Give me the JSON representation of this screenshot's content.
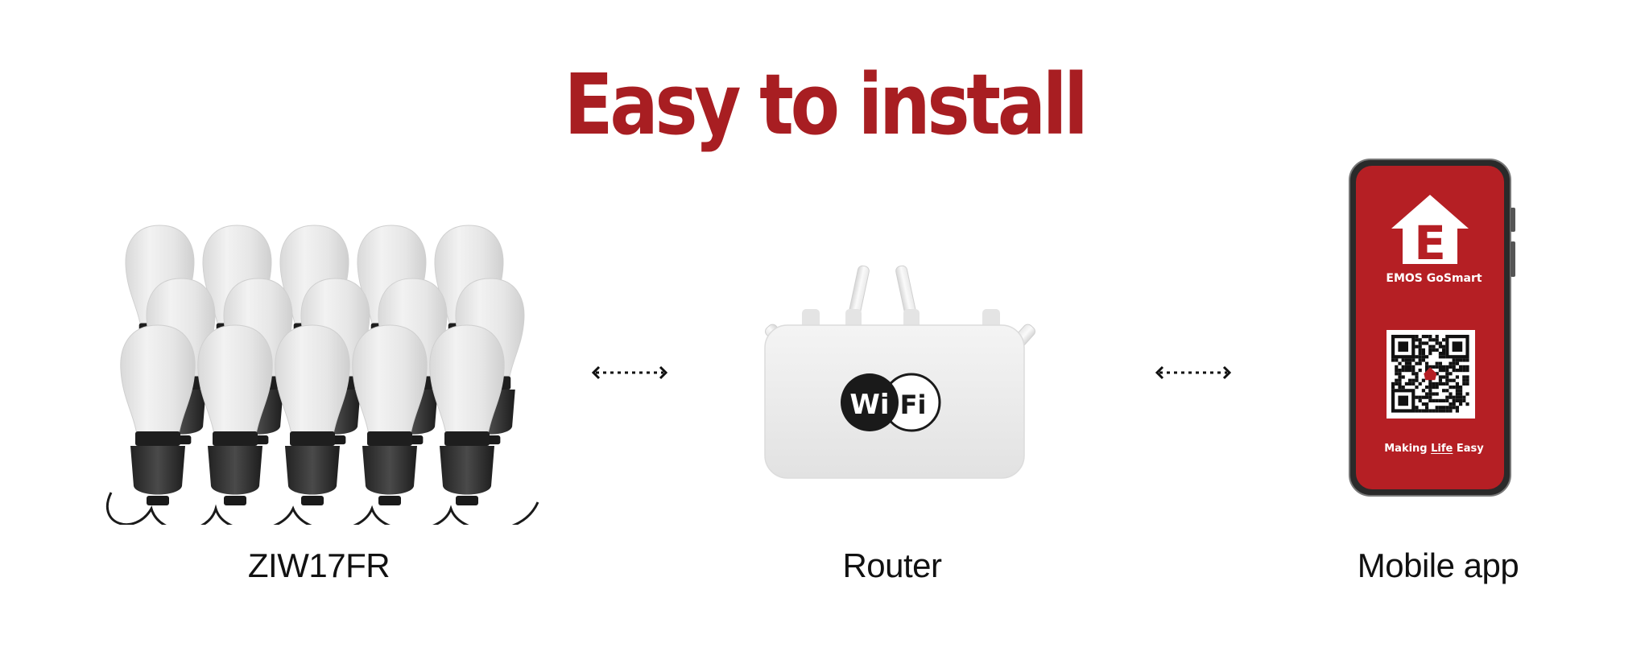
{
  "title": "Easy to install",
  "colors": {
    "brand_red": "#a81e22",
    "phone_red": "#b51f24",
    "text_dark": "#111111"
  },
  "items": [
    {
      "caption": "ZIW17FR",
      "icon": "string-lights-icon"
    },
    {
      "caption": "Router",
      "icon": "wifi-router-icon"
    },
    {
      "caption": "Mobile app",
      "icon": "smartphone-icon"
    }
  ],
  "connectors": [
    {
      "icon": "double-arrow-icon",
      "style": "dotted"
    },
    {
      "icon": "double-arrow-icon",
      "style": "dotted"
    }
  ],
  "router": {
    "wifi_left": "Wi",
    "wifi_right": "Fi"
  },
  "phone": {
    "logo_letter": "E",
    "brand": "EMOS GoSmart",
    "tagline_pre": "Making ",
    "tagline_underlined": "Life",
    "tagline_post": " Easy"
  }
}
